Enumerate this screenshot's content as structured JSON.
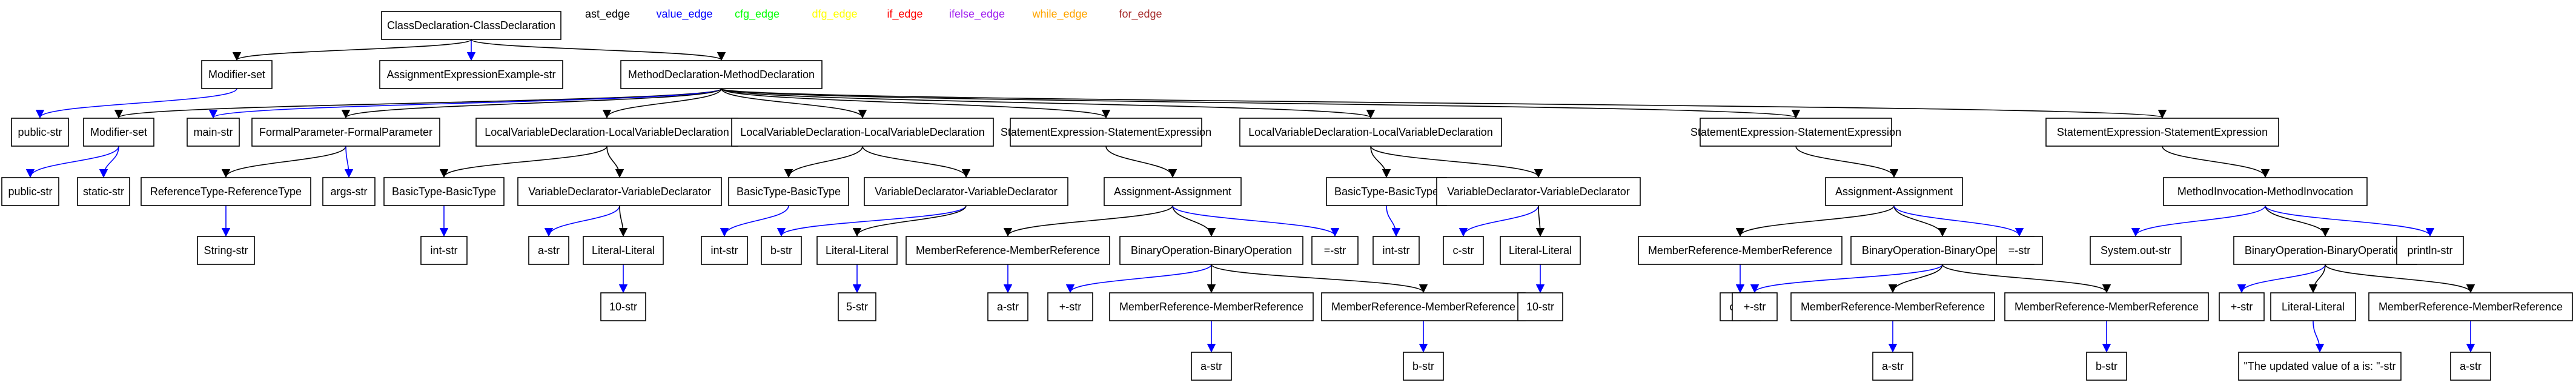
{
  "legend": [
    {
      "label": "ast_edge",
      "color": "#000000"
    },
    {
      "label": "value_edge",
      "color": "#0000ff"
    },
    {
      "label": "cfg_edge",
      "color": "#00ff00"
    },
    {
      "label": "dfg_edge",
      "color": "#ffff00"
    },
    {
      "label": "if_edge",
      "color": "#ff0000"
    },
    {
      "label": "ifelse_edge",
      "color": "#a020f0"
    },
    {
      "label": "while_edge",
      "color": "#ffa500"
    },
    {
      "label": "for_edge",
      "color": "#a52a2a"
    }
  ],
  "nodes": [
    {
      "id": "n0",
      "label": "ClassDeclaration-ClassDeclaration"
    },
    {
      "id": "n1",
      "label": "Modifier-set"
    },
    {
      "id": "n2",
      "label": "AssignmentExpressionExample-str"
    },
    {
      "id": "n3",
      "label": "MethodDeclaration-MethodDeclaration"
    },
    {
      "id": "n4",
      "label": "public-str"
    },
    {
      "id": "n5",
      "label": "Modifier-set"
    },
    {
      "id": "n6",
      "label": "main-str"
    },
    {
      "id": "n7",
      "label": "FormalParameter-FormalParameter"
    },
    {
      "id": "n8",
      "label": "LocalVariableDeclaration-LocalVariableDeclaration"
    },
    {
      "id": "n9",
      "label": "LocalVariableDeclaration-LocalVariableDeclaration"
    },
    {
      "id": "n10",
      "label": "StatementExpression-StatementExpression"
    },
    {
      "id": "n11",
      "label": "LocalVariableDeclaration-LocalVariableDeclaration"
    },
    {
      "id": "n12",
      "label": "StatementExpression-StatementExpression"
    },
    {
      "id": "n13",
      "label": "StatementExpression-StatementExpression"
    },
    {
      "id": "n14",
      "label": "public-str"
    },
    {
      "id": "n15",
      "label": "static-str"
    },
    {
      "id": "n16",
      "label": "ReferenceType-ReferenceType"
    },
    {
      "id": "n17",
      "label": "args-str"
    },
    {
      "id": "n18",
      "label": "BasicType-BasicType"
    },
    {
      "id": "n19",
      "label": "VariableDeclarator-VariableDeclarator"
    },
    {
      "id": "n20",
      "label": "BasicType-BasicType"
    },
    {
      "id": "n21",
      "label": "VariableDeclarator-VariableDeclarator"
    },
    {
      "id": "n22",
      "label": "Assignment-Assignment"
    },
    {
      "id": "n23",
      "label": "BasicType-BasicType"
    },
    {
      "id": "n24",
      "label": "VariableDeclarator-VariableDeclarator"
    },
    {
      "id": "n25",
      "label": "Assignment-Assignment"
    },
    {
      "id": "n26",
      "label": "MethodInvocation-MethodInvocation"
    },
    {
      "id": "n27",
      "label": "String-str"
    },
    {
      "id": "n28",
      "label": "int-str"
    },
    {
      "id": "n29",
      "label": "a-str"
    },
    {
      "id": "n30",
      "label": "Literal-Literal"
    },
    {
      "id": "n31",
      "label": "int-str"
    },
    {
      "id": "n32",
      "label": "b-str"
    },
    {
      "id": "n33",
      "label": "Literal-Literal"
    },
    {
      "id": "n34",
      "label": "MemberReference-MemberReference"
    },
    {
      "id": "n35",
      "label": "BinaryOperation-BinaryOperation"
    },
    {
      "id": "n36",
      "label": "=-str"
    },
    {
      "id": "n37",
      "label": "int-str"
    },
    {
      "id": "n38",
      "label": "c-str"
    },
    {
      "id": "n39",
      "label": "Literal-Literal"
    },
    {
      "id": "n40",
      "label": "MemberReference-MemberReference"
    },
    {
      "id": "n41",
      "label": "BinaryOperation-BinaryOperation"
    },
    {
      "id": "n42",
      "label": "=-str"
    },
    {
      "id": "n43",
      "label": "System.out-str"
    },
    {
      "id": "n44",
      "label": "BinaryOperation-BinaryOperation"
    },
    {
      "id": "n45",
      "label": "println-str"
    },
    {
      "id": "n46",
      "label": "10-str"
    },
    {
      "id": "n47",
      "label": "5-str"
    },
    {
      "id": "n48",
      "label": "a-str"
    },
    {
      "id": "n49",
      "label": "+-str"
    },
    {
      "id": "n50",
      "label": "MemberReference-MemberReference"
    },
    {
      "id": "n51",
      "label": "MemberReference-MemberReference"
    },
    {
      "id": "n52",
      "label": "10-str"
    },
    {
      "id": "n53",
      "label": "c-str"
    },
    {
      "id": "n54",
      "label": "+-str"
    },
    {
      "id": "n55",
      "label": "MemberReference-MemberReference"
    },
    {
      "id": "n56",
      "label": "MemberReference-MemberReference"
    },
    {
      "id": "n57",
      "label": "+-str"
    },
    {
      "id": "n58",
      "label": "Literal-Literal"
    },
    {
      "id": "n59",
      "label": "MemberReference-MemberReference"
    },
    {
      "id": "n60",
      "label": "a-str"
    },
    {
      "id": "n61",
      "label": "b-str"
    },
    {
      "id": "n62",
      "label": "a-str"
    },
    {
      "id": "n63",
      "label": "b-str"
    },
    {
      "id": "n64",
      "label": "\"The updated value of a is: \"-str"
    },
    {
      "id": "n65",
      "label": "a-str"
    }
  ],
  "edges": [
    {
      "from": "n0",
      "to": "n1",
      "type": "ast_edge"
    },
    {
      "from": "n0",
      "to": "n2",
      "type": "value_edge"
    },
    {
      "from": "n0",
      "to": "n3",
      "type": "ast_edge"
    },
    {
      "from": "n1",
      "to": "n4",
      "type": "value_edge"
    },
    {
      "from": "n3",
      "to": "n5",
      "type": "ast_edge"
    },
    {
      "from": "n3",
      "to": "n6",
      "type": "value_edge"
    },
    {
      "from": "n3",
      "to": "n7",
      "type": "ast_edge"
    },
    {
      "from": "n3",
      "to": "n8",
      "type": "ast_edge"
    },
    {
      "from": "n3",
      "to": "n9",
      "type": "ast_edge"
    },
    {
      "from": "n3",
      "to": "n10",
      "type": "ast_edge"
    },
    {
      "from": "n3",
      "to": "n11",
      "type": "ast_edge"
    },
    {
      "from": "n3",
      "to": "n12",
      "type": "ast_edge"
    },
    {
      "from": "n3",
      "to": "n13",
      "type": "ast_edge"
    },
    {
      "from": "n5",
      "to": "n14",
      "type": "value_edge"
    },
    {
      "from": "n5",
      "to": "n15",
      "type": "value_edge"
    },
    {
      "from": "n7",
      "to": "n16",
      "type": "ast_edge"
    },
    {
      "from": "n7",
      "to": "n17",
      "type": "value_edge"
    },
    {
      "from": "n16",
      "to": "n27",
      "type": "value_edge"
    },
    {
      "from": "n8",
      "to": "n18",
      "type": "ast_edge"
    },
    {
      "from": "n8",
      "to": "n19",
      "type": "ast_edge"
    },
    {
      "from": "n18",
      "to": "n28",
      "type": "value_edge"
    },
    {
      "from": "n19",
      "to": "n29",
      "type": "value_edge"
    },
    {
      "from": "n19",
      "to": "n30",
      "type": "ast_edge"
    },
    {
      "from": "n30",
      "to": "n46",
      "type": "value_edge"
    },
    {
      "from": "n9",
      "to": "n20",
      "type": "ast_edge"
    },
    {
      "from": "n9",
      "to": "n21",
      "type": "ast_edge"
    },
    {
      "from": "n20",
      "to": "n31",
      "type": "value_edge"
    },
    {
      "from": "n21",
      "to": "n32",
      "type": "value_edge"
    },
    {
      "from": "n21",
      "to": "n33",
      "type": "ast_edge"
    },
    {
      "from": "n33",
      "to": "n47",
      "type": "value_edge"
    },
    {
      "from": "n10",
      "to": "n22",
      "type": "ast_edge"
    },
    {
      "from": "n22",
      "to": "n34",
      "type": "ast_edge"
    },
    {
      "from": "n22",
      "to": "n35",
      "type": "ast_edge"
    },
    {
      "from": "n22",
      "to": "n36",
      "type": "value_edge"
    },
    {
      "from": "n34",
      "to": "n48",
      "type": "value_edge"
    },
    {
      "from": "n35",
      "to": "n49",
      "type": "value_edge"
    },
    {
      "from": "n35",
      "to": "n50",
      "type": "ast_edge"
    },
    {
      "from": "n35",
      "to": "n51",
      "type": "ast_edge"
    },
    {
      "from": "n50",
      "to": "n60",
      "type": "value_edge"
    },
    {
      "from": "n51",
      "to": "n61",
      "type": "value_edge"
    },
    {
      "from": "n11",
      "to": "n23",
      "type": "ast_edge"
    },
    {
      "from": "n11",
      "to": "n24",
      "type": "ast_edge"
    },
    {
      "from": "n23",
      "to": "n37",
      "type": "value_edge"
    },
    {
      "from": "n24",
      "to": "n38",
      "type": "value_edge"
    },
    {
      "from": "n24",
      "to": "n39",
      "type": "ast_edge"
    },
    {
      "from": "n39",
      "to": "n52",
      "type": "value_edge"
    },
    {
      "from": "n12",
      "to": "n25",
      "type": "ast_edge"
    },
    {
      "from": "n25",
      "to": "n40",
      "type": "ast_edge"
    },
    {
      "from": "n25",
      "to": "n41",
      "type": "ast_edge"
    },
    {
      "from": "n25",
      "to": "n42",
      "type": "value_edge"
    },
    {
      "from": "n40",
      "to": "n53",
      "type": "value_edge"
    },
    {
      "from": "n41",
      "to": "n54",
      "type": "value_edge"
    },
    {
      "from": "n41",
      "to": "n55",
      "type": "ast_edge"
    },
    {
      "from": "n41",
      "to": "n56",
      "type": "ast_edge"
    },
    {
      "from": "n55",
      "to": "n62",
      "type": "value_edge"
    },
    {
      "from": "n56",
      "to": "n63",
      "type": "value_edge"
    },
    {
      "from": "n13",
      "to": "n26",
      "type": "ast_edge"
    },
    {
      "from": "n26",
      "to": "n43",
      "type": "value_edge"
    },
    {
      "from": "n26",
      "to": "n44",
      "type": "ast_edge"
    },
    {
      "from": "n26",
      "to": "n45",
      "type": "value_edge"
    },
    {
      "from": "n44",
      "to": "n57",
      "type": "value_edge"
    },
    {
      "from": "n44",
      "to": "n58",
      "type": "ast_edge"
    },
    {
      "from": "n44",
      "to": "n59",
      "type": "ast_edge"
    },
    {
      "from": "n58",
      "to": "n64",
      "type": "value_edge"
    },
    {
      "from": "n59",
      "to": "n65",
      "type": "value_edge"
    }
  ]
}
